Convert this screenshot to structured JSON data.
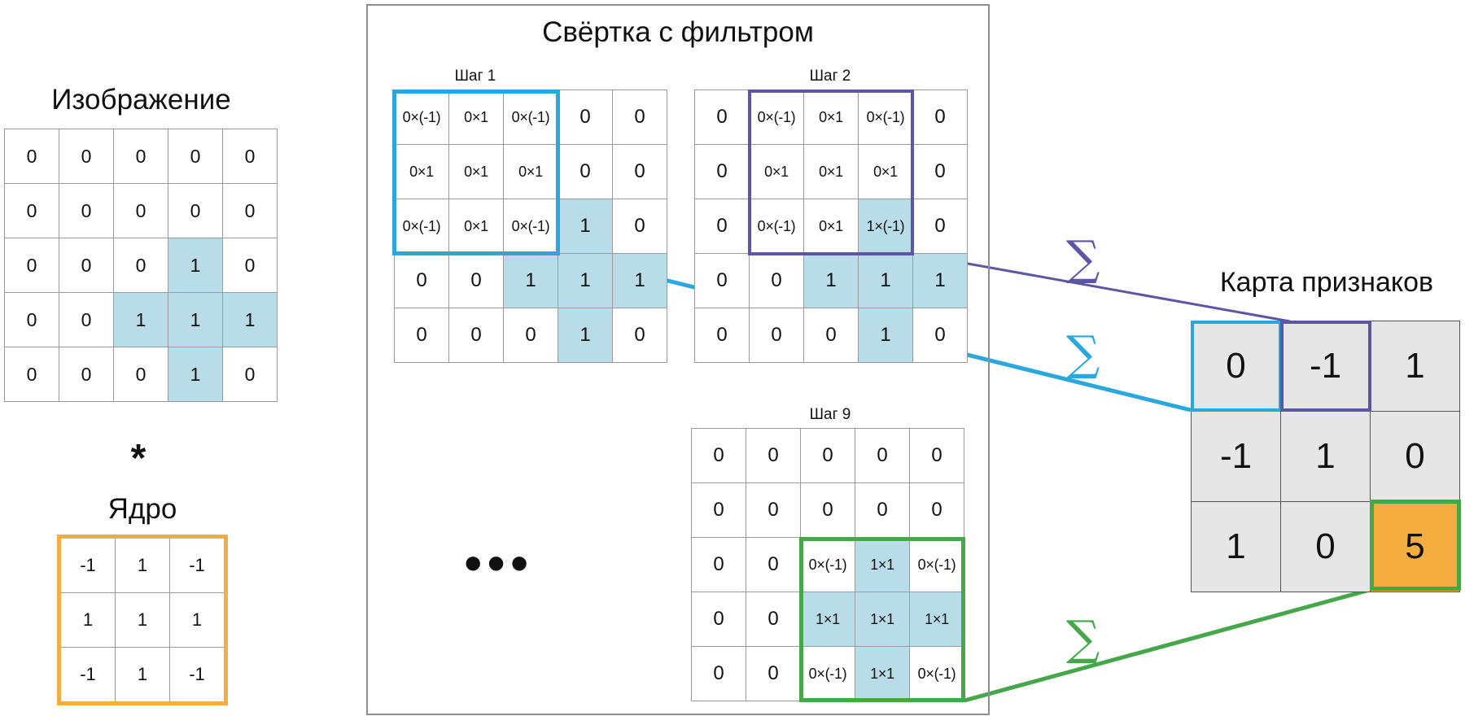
{
  "colors": {
    "highlight_cell": "#b8dde9",
    "kernel_border": "#f6ad3f",
    "step1_frame": "#2aa8de",
    "step2_frame": "#5c57a0",
    "step9_frame": "#45a749",
    "feature_map_cell": "#e6e6e6",
    "feature_map_result": "#f6ad3f"
  },
  "image": {
    "title": "Изображение",
    "rows": [
      [
        "0",
        "0",
        "0",
        "0",
        "0"
      ],
      [
        "0",
        "0",
        "0",
        "0",
        "0"
      ],
      [
        "0",
        "0",
        "0",
        "1",
        "0"
      ],
      [
        "0",
        "0",
        "1",
        "1",
        "1"
      ],
      [
        "0",
        "0",
        "0",
        "1",
        "0"
      ]
    ]
  },
  "operator": "*",
  "kernel": {
    "title": "Ядро",
    "rows": [
      [
        "-1",
        "1",
        "-1"
      ],
      [
        "1",
        "1",
        "1"
      ],
      [
        "-1",
        "1",
        "-1"
      ]
    ]
  },
  "convolution": {
    "title": "Свёртка с фильтром",
    "ellipsis": "•••",
    "steps": [
      {
        "label": "Шаг 1",
        "rows": [
          [
            "0×(-1)",
            "0×1",
            "0×(-1)",
            "0",
            "0"
          ],
          [
            "0×1",
            "0×1",
            "0×1",
            "0",
            "0"
          ],
          [
            "0×(-1)",
            "0×1",
            "0×(-1)",
            "1",
            "0"
          ],
          [
            "0",
            "0",
            "1",
            "1",
            "1"
          ],
          [
            "0",
            "0",
            "0",
            "1",
            "0"
          ]
        ]
      },
      {
        "label": "Шаг 2",
        "rows": [
          [
            "0",
            "0×(-1)",
            "0×1",
            "0×(-1)",
            "0"
          ],
          [
            "0",
            "0×1",
            "0×1",
            "0×1",
            "0"
          ],
          [
            "0",
            "0×(-1)",
            "0×1",
            "1×(-1)",
            "0"
          ],
          [
            "0",
            "0",
            "1",
            "1",
            "1"
          ],
          [
            "0",
            "0",
            "0",
            "1",
            "0"
          ]
        ]
      },
      {
        "label": "Шаг 9",
        "rows": [
          [
            "0",
            "0",
            "0",
            "0",
            "0"
          ],
          [
            "0",
            "0",
            "0",
            "0",
            "0"
          ],
          [
            "0",
            "0",
            "0×(-1)",
            "1×1",
            "0×(-1)"
          ],
          [
            "0",
            "0",
            "1×1",
            "1×1",
            "1×1"
          ],
          [
            "0",
            "0",
            "0×(-1)",
            "1×1",
            "0×(-1)"
          ]
        ]
      }
    ]
  },
  "sigma": "∑",
  "feature_map": {
    "title": "Карта признаков",
    "rows": [
      [
        "0",
        "-1",
        "1"
      ],
      [
        "-1",
        "1",
        "0"
      ],
      [
        "1",
        "0",
        "5"
      ]
    ]
  }
}
